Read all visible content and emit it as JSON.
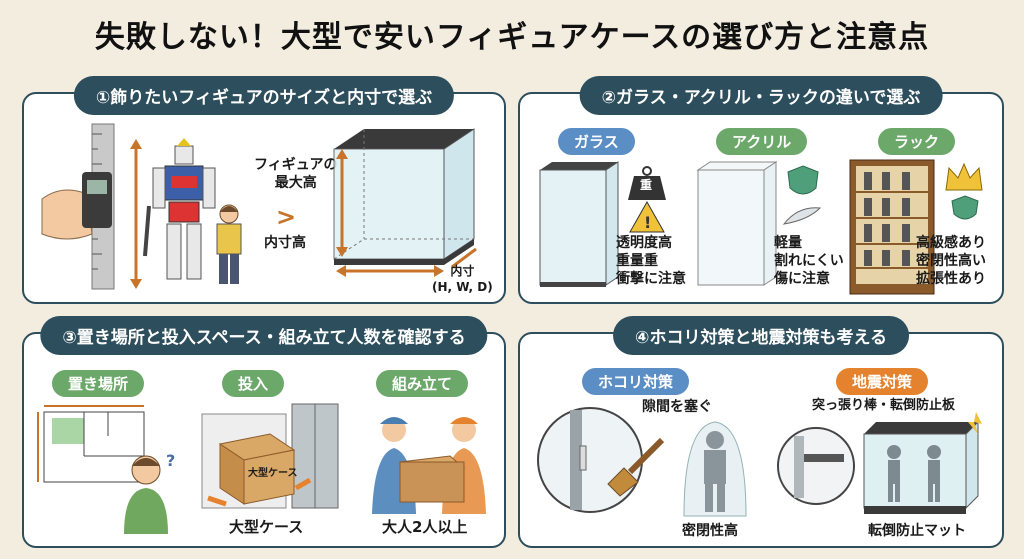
{
  "title": "失敗しない！大型で安いフィギュアケースの選び方と注意点",
  "panel1": {
    "heading": "①飾りたいフィギュアのサイズと内寸で選ぶ",
    "figure_label": "フィギュアの\n最大高",
    "gt": ">",
    "inner_label": "内寸高",
    "dim_label": "内寸\n(H, W, D)"
  },
  "panel2": {
    "heading": "②ガラス・アクリル・ラックの違いで選ぶ",
    "glass": {
      "label": "ガラス",
      "weight_text": "重",
      "features": "透明度高\n重量重\n衝撃に注意"
    },
    "acrylic": {
      "label": "アクリル",
      "features": "軽量\n割れにくい\n傷に注意"
    },
    "rack": {
      "label": "ラック",
      "features": "高級感あり\n密閉性高い\n拡張性あり"
    }
  },
  "panel3": {
    "heading": "③置き場所と投入スペース・組み立て人数を確認する",
    "location": {
      "label": "置き場所"
    },
    "carry_in": {
      "label": "投入",
      "box_text": "大型ケース",
      "caption": "大型ケース"
    },
    "assembly": {
      "label": "組み立て",
      "caption": "大人2人以上"
    }
  },
  "panel4": {
    "heading": "④ホコリ対策と地震対策も考える",
    "dust": {
      "label": "ホコリ対策",
      "gap_text": "隙間を塞ぐ",
      "caption": "密閉性高"
    },
    "quake": {
      "label": "地震対策",
      "top_text": "突っ張り棒・転倒防止板",
      "caption": "転倒防止マット"
    }
  },
  "colors": {
    "navy": "#2d4e5c",
    "blue": "#5b8ec4",
    "green": "#6da86b",
    "orange": "#e5822d",
    "background": "#f3ede0"
  }
}
